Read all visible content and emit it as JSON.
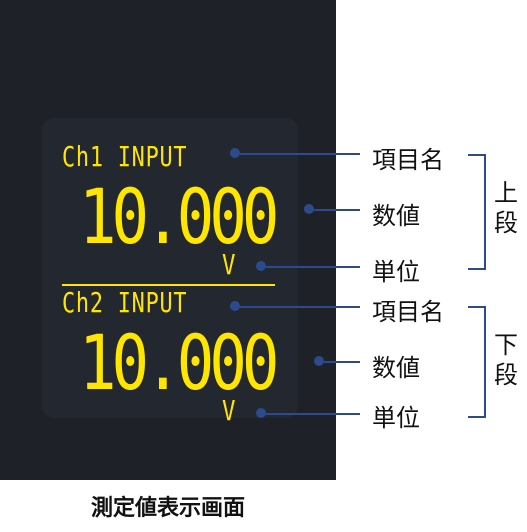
{
  "display": {
    "upper": {
      "item": "Ch1 INPUT",
      "value": "10.000",
      "unit": "V"
    },
    "lower": {
      "item": "Ch2 INPUT",
      "value": "10.000",
      "unit": "V"
    }
  },
  "annotations": {
    "item_name": "項目名",
    "value": "数値",
    "unit": "単位"
  },
  "groups": {
    "upper": [
      "上",
      "段"
    ],
    "lower": [
      "下",
      "段"
    ]
  },
  "caption": "測定値表示画面",
  "colors": {
    "display_text": "#ffe600",
    "annotation_line": "#2c4a8c",
    "panel_bg": "#1e2127"
  }
}
